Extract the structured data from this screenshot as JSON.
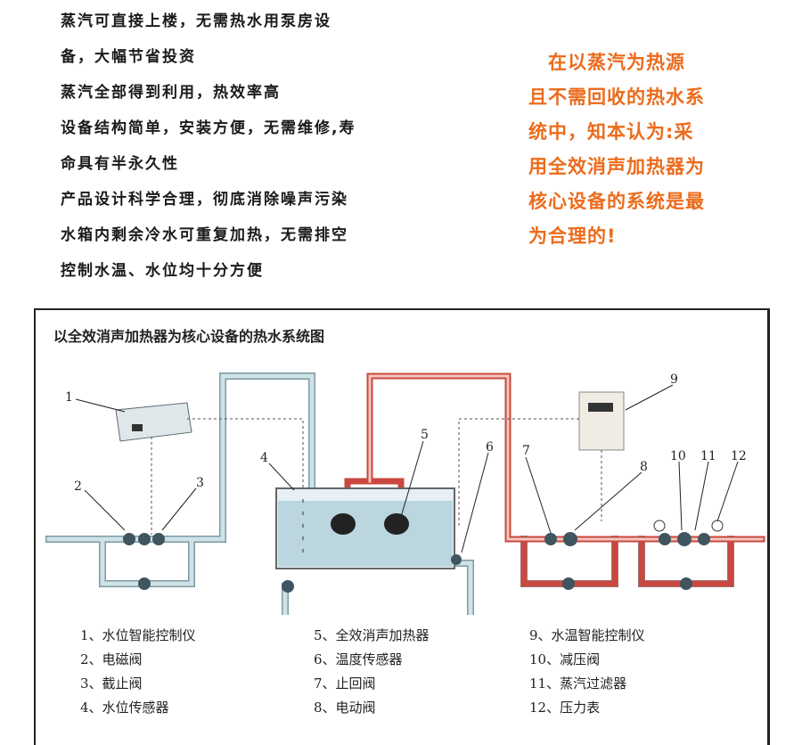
{
  "features": [
    "蒸汽可直接上楼，无需热水用泵房设",
    "备，大幅节省投资",
    "蒸汽全部得到利用，热效率高",
    "设备结构简单，安装方便，无需维修,寿",
    "命具有半永久性",
    "产品设计科学合理，彻底消除噪声污染",
    "水箱内剩余冷水可重复加热，无需排空",
    "控制水温、水位均十分方便"
  ],
  "highlight": [
    "　在以蒸汽为热源",
    "且不需回收的热水系",
    "统中，知本认为:采",
    "用全效消声加热器为",
    "核心设备的系统是最",
    "为合理的!"
  ],
  "diagram": {
    "title": "以全效消声加热器为核心设备的热水系统图",
    "callouts": [
      "1",
      "2",
      "3",
      "4",
      "5",
      "6",
      "7",
      "8",
      "9",
      "10",
      "11",
      "12"
    ],
    "legend": [
      "1、水位智能控制仪",
      "2、电磁阀",
      "3、截止阀",
      "4、水位传感器",
      "5、全效消声加热器",
      "6、温度传感器",
      "7、止回阀",
      "8、电动阀",
      "9、水温智能控制仪",
      "10、减压阀",
      "11、蒸汽过滤器",
      "12、压力表"
    ]
  },
  "colors": {
    "highlight": "#ec6b1c",
    "steam_pipe": "#c9483f",
    "water_pipe": "#a9c6cf"
  }
}
